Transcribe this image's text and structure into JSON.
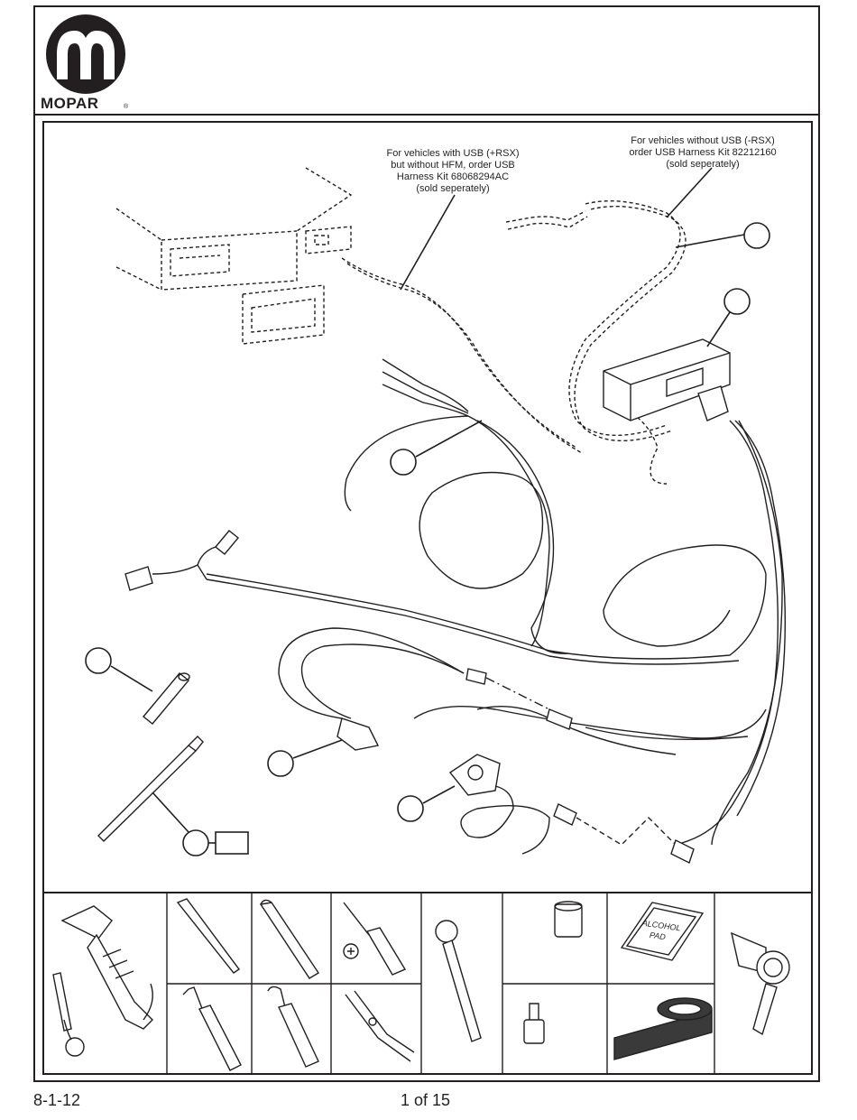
{
  "brand": {
    "name": "MOPAR"
  },
  "notes": {
    "usb_with_rsx": [
      "For vehicles with USB (+RSX)",
      "but without HFM, order USB",
      "Harness Kit 68068294AC",
      "(sold seperately)"
    ],
    "usb_without_rsx": [
      "For vehicles without USB (-RSX)",
      "order USB Harness Kit 82212160",
      "(sold seperately)"
    ]
  },
  "tools": {
    "alcohol_pad_label": [
      "ALCOHOL",
      "PAD"
    ]
  },
  "footer": {
    "date": "8-1-12",
    "page": "1 of 15"
  },
  "colors": {
    "line": "#231f20",
    "tape": "#3a3a3a",
    "paper": "#ffffff"
  }
}
